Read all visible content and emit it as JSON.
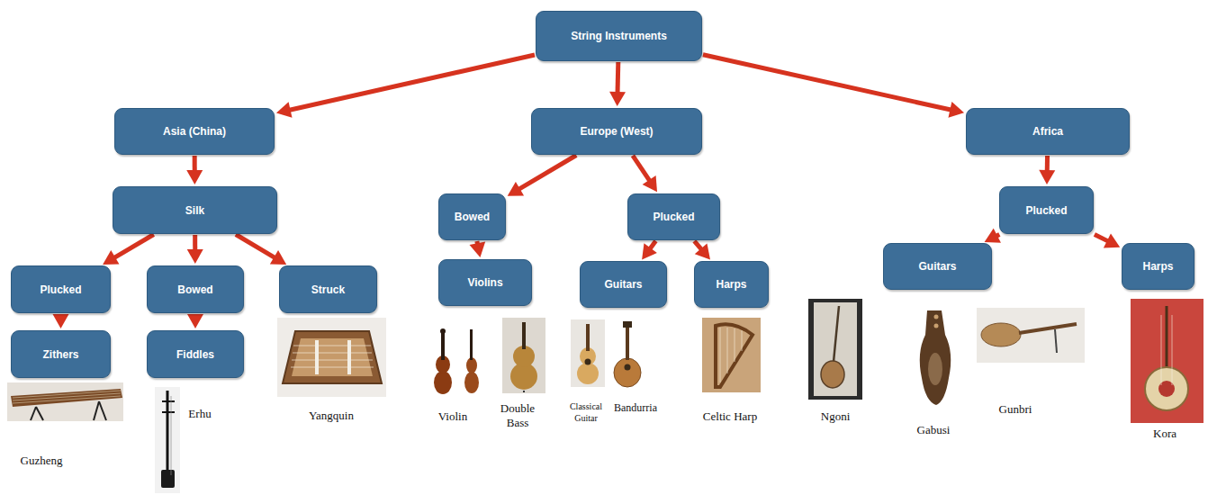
{
  "diagram": {
    "nodes": [
      {
        "text": [
          "String Instruments"
        ]
      },
      {
        "text": [
          "Asia (China)"
        ]
      },
      {
        "text": [
          "Europe (West)"
        ]
      },
      {
        "text": [
          "Africa"
        ]
      },
      {
        "text": [
          "Silk"
        ]
      },
      {
        "text": [
          "Bowed"
        ]
      },
      {
        "text": [
          "Plucked"
        ]
      },
      {
        "text": [
          "Plucked"
        ]
      },
      {
        "text": [
          "Plucked"
        ]
      },
      {
        "text": [
          "Bowed"
        ]
      },
      {
        "text": [
          "Struck"
        ]
      },
      {
        "text": [
          "Violins"
        ]
      },
      {
        "text": [
          "Guitars"
        ]
      },
      {
        "text": [
          "Harps"
        ]
      },
      {
        "text": [
          "Guitars"
        ]
      },
      {
        "text": [
          "Harps"
        ]
      },
      {
        "text": [
          "Zithers"
        ]
      },
      {
        "text": [
          "Fiddles"
        ]
      }
    ],
    "edges": [
      {
        "from": 0,
        "to": 1,
        "arrow": "to"
      },
      {
        "from": 0,
        "to": 2,
        "arrow": "to"
      },
      {
        "from": 0,
        "to": 3,
        "arrow": "to"
      },
      {
        "from": 1,
        "to": 4,
        "arrow": "to"
      },
      {
        "from": 2,
        "to": 5,
        "arrow": "to"
      },
      {
        "from": 2,
        "to": 6,
        "arrow": "to"
      },
      {
        "from": 3,
        "to": 7,
        "arrow": "to"
      },
      {
        "from": 4,
        "to": 8,
        "arrow": "to"
      },
      {
        "from": 4,
        "to": 9,
        "arrow": "to"
      },
      {
        "from": 4,
        "to": 10,
        "arrow": "to"
      },
      {
        "from": 5,
        "to": 11,
        "arrow": "to"
      },
      {
        "from": 6,
        "to": 12,
        "arrow": "to"
      },
      {
        "from": 6,
        "to": 13,
        "arrow": "to"
      },
      {
        "from": 7,
        "to": 14,
        "arrow": "to"
      },
      {
        "from": 7,
        "to": 15,
        "arrow": "to"
      },
      {
        "from": 8,
        "to": 16,
        "arrow": "to"
      },
      {
        "from": 9,
        "to": 17,
        "arrow": "to"
      }
    ],
    "labels": [
      "Guzheng",
      "Erhu",
      "Yangquin",
      "Violin",
      "Double Bass",
      "Classical Guitar",
      "Bandurria",
      "Celtic Harp",
      "Ngoni",
      "Gabusi",
      "Gunbri",
      "Kora"
    ]
  }
}
